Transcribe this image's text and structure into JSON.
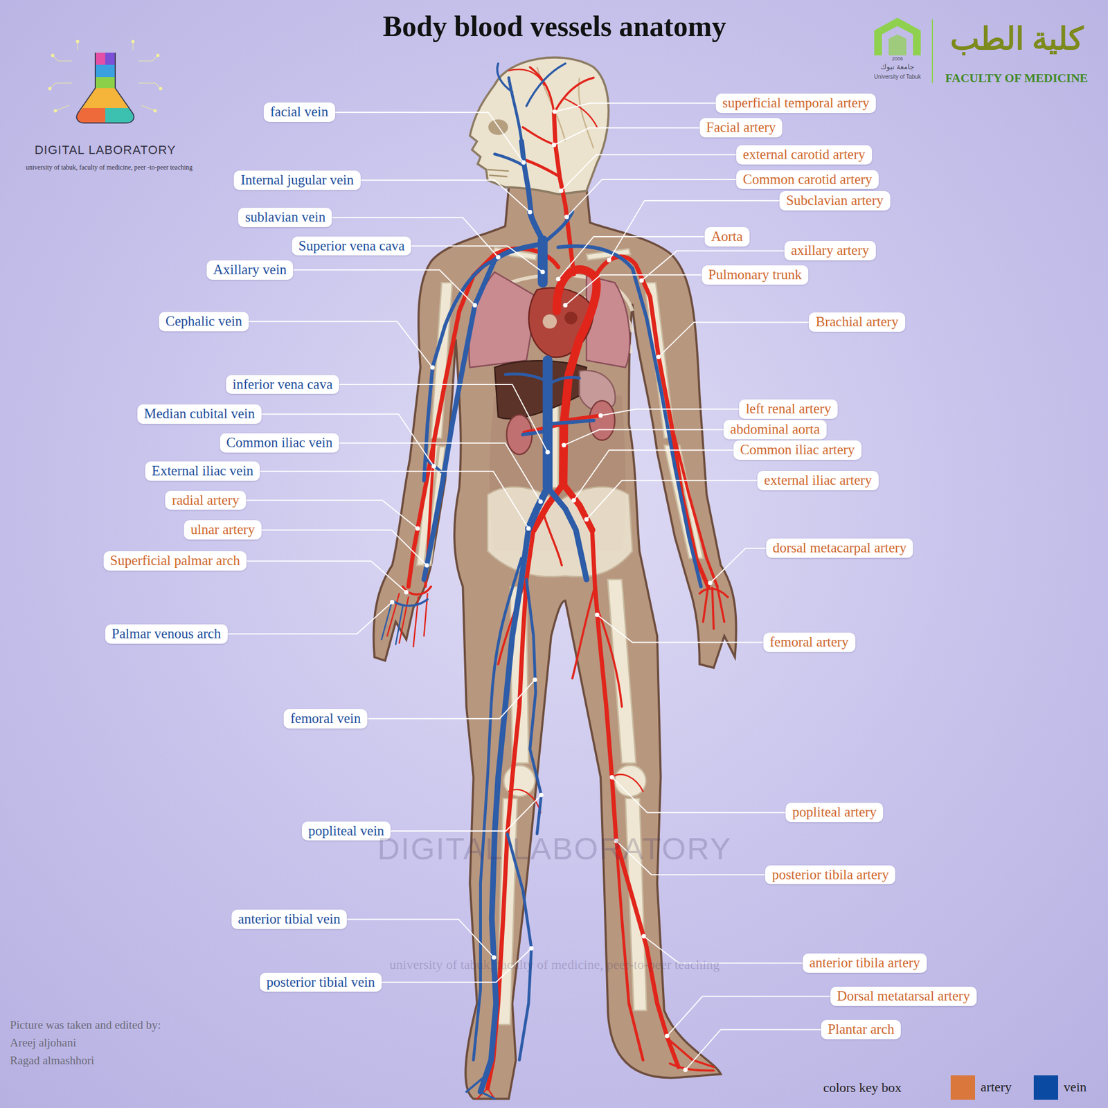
{
  "diagram": {
    "title": "Body blood vessels anatomy",
    "nodes": [
      {
        "text": [
          "superficial temporal artery"
        ]
      },
      {
        "text": [
          "facial vein"
        ]
      },
      {
        "text": [
          "Facial artery"
        ]
      },
      {
        "text": [
          "external carotid artery"
        ]
      },
      {
        "text": [
          "Internal jugular vein"
        ]
      },
      {
        "text": [
          "Common carotid artery"
        ]
      },
      {
        "text": [
          "Subclavian artery"
        ]
      },
      {
        "text": [
          "sublavian vein"
        ]
      },
      {
        "text": [
          "Aorta"
        ]
      },
      {
        "text": [
          "Superior vena cava"
        ]
      },
      {
        "text": [
          "axillary artery"
        ]
      },
      {
        "text": [
          "Axillary vein"
        ]
      },
      {
        "text": [
          "Pulmonary trunk"
        ]
      },
      {
        "text": [
          "Cephalic vein"
        ]
      },
      {
        "text": [
          "Brachial artery"
        ]
      },
      {
        "text": [
          "inferior vena cava"
        ]
      },
      {
        "text": [
          "left renal artery"
        ]
      },
      {
        "text": [
          "Median cubital vein"
        ]
      },
      {
        "text": [
          "abdominal aorta"
        ]
      },
      {
        "text": [
          "Common iliac vein"
        ]
      },
      {
        "text": [
          "Common iliac artery"
        ]
      },
      {
        "text": [
          "External iliac vein"
        ]
      },
      {
        "text": [
          "external iliac artery"
        ]
      },
      {
        "text": [
          "radial artery"
        ]
      },
      {
        "text": [
          "ulnar artery"
        ]
      },
      {
        "text": [
          "dorsal metacarpal artery"
        ]
      },
      {
        "text": [
          "Superficial palmar arch"
        ]
      },
      {
        "text": [
          "Palmar venous arch"
        ]
      },
      {
        "text": [
          "femoral artery"
        ]
      },
      {
        "text": [
          "femoral vein"
        ]
      },
      {
        "text": [
          "popliteal artery"
        ]
      },
      {
        "text": [
          "popliteal vein"
        ]
      },
      {
        "text": [
          "posterior tibila artery"
        ]
      },
      {
        "text": [
          "anterior tibial vein"
        ]
      },
      {
        "text": [
          "anterior tibila artery"
        ]
      },
      {
        "text": [
          "posterior tibial vein"
        ]
      },
      {
        "text": [
          "Dorsal metatarsal artery"
        ]
      },
      {
        "text": [
          "Plantar arch"
        ]
      }
    ],
    "labels": [
      "DIGITAL LABORATORY",
      "university of tabuk, faculty of medicine, peer -to-peer teaching",
      "جامعة تبوك",
      "University of Tabuk",
      "2006",
      "كلية الطب",
      "FACULTY OF MEDICINE",
      "DIGITAL LABORATORY",
      "university of tabuk, faculty of medicine, peer-to-peer teaching",
      "Picture was taken and edited by:",
      "Areej aljohani",
      "Ragad almashhori",
      "colors key box"
    ],
    "legend": [
      {
        "text": "artery",
        "color": "#d9773c"
      },
      {
        "text": "vein",
        "color": "#0b4aa2"
      }
    ]
  }
}
